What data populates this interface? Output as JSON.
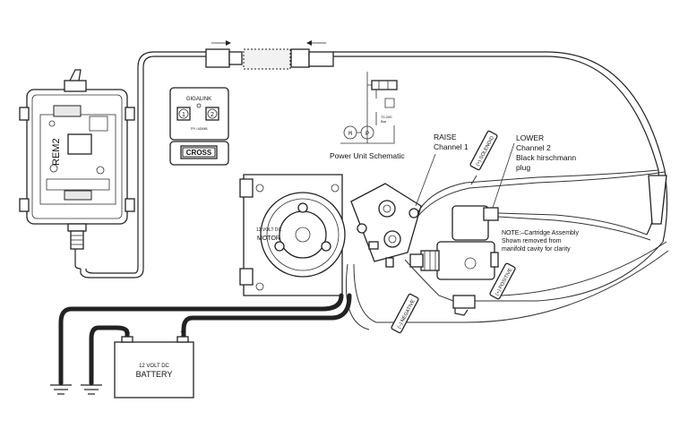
{
  "remote": {
    "brand": "GIGALINK",
    "button1": "1",
    "button2": "2",
    "small": "TPI / ADIMB",
    "logo": "CROSS"
  },
  "controller": {
    "board_label": "REM2"
  },
  "schematic": {
    "title": "Power Unit Schematic",
    "valve_text": "70-200\nBar"
  },
  "motor": {
    "top": "12 VOLT DC",
    "name": "MOTOR"
  },
  "battery": {
    "top": "12 VOLT DC",
    "name": "BATTERY",
    "neg": "–",
    "pos": "+"
  },
  "raise": {
    "line1": "RAISE",
    "line2": "Channel 1"
  },
  "lower": {
    "line1": "LOWER",
    "line2": "Channel 2",
    "line3": "Black hirschmann",
    "line4": "plug"
  },
  "note": {
    "line1": "NOTE:–Cartridge Assembly",
    "line2": "Shown removed from",
    "line3": "manifold cavity for clarity"
  },
  "tags": {
    "solenoid": "(+) SOLENOID",
    "positive": "(+) POSITIVE",
    "negative": "(–) NEGATIVE"
  },
  "colors": {
    "line": "#222222",
    "background": "#ffffff"
  }
}
